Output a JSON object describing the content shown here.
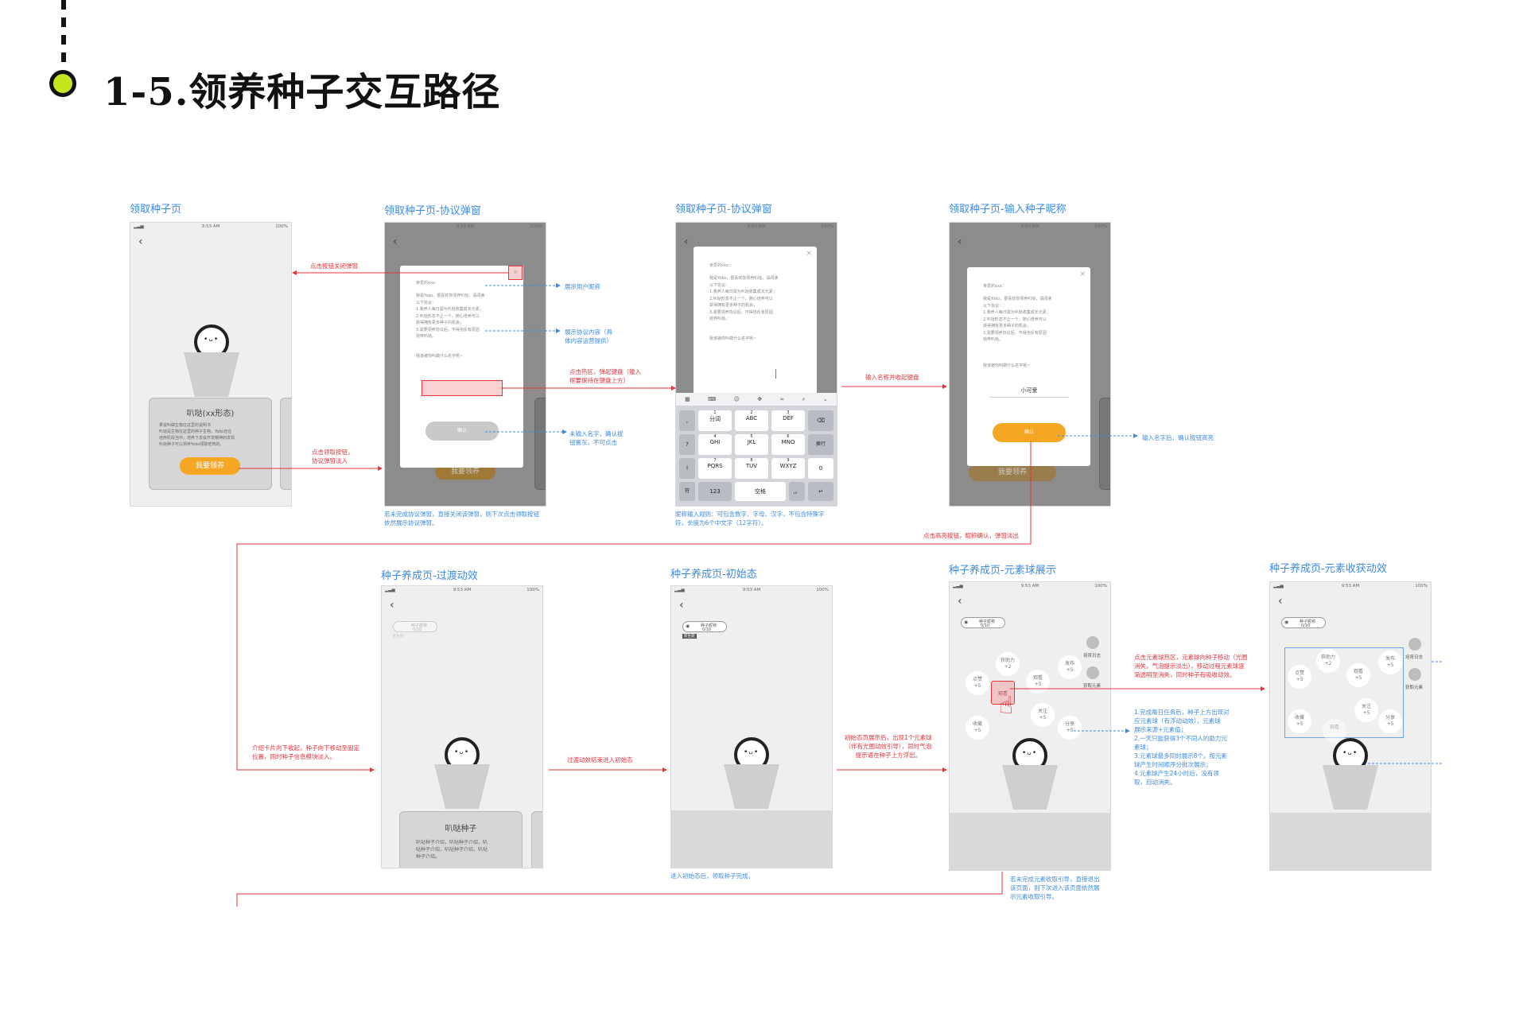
{
  "heading": {
    "title": "1-5.领养种子交互路径"
  },
  "screens": {
    "s1": {
      "title": "领取种子页",
      "card_title": "叭哒(xx形态)",
      "card_desc": "果说叫做生物在这里的说明书\n叭哒是生物在这里的种子生物，Yoko还在\n培养阶段当中，培养下去会开发精神的发现\n叭哒种子可以领养Yoko领取培育的。",
      "button": "我要领养"
    },
    "s2": {
      "title": "领取种子页-协议弹窗",
      "greeting": "亲爱的xxx：",
      "body": "我是Yoko，很喜欢你领养叭哒，请阅读\n以下协议：\n1.我养人每日需为叭哒收集成长元素；\n2.叭哒形态不止一个，随心培养可以\n获得拥有更多种子的机会；\n3.需要领养协议后，不得违反有原因\n抛弃叭哒。",
      "name_prompt": "我该被你叫做什么名字呢~",
      "button": "确认",
      "footer_note": "若未完成协议弹窗，直接关闭该弹窗，则下次点击领取按钮\n依然展示协议弹窗。"
    },
    "s3": {
      "title": "领取种子页-协议弹窗",
      "greeting": "亲爱的xxx：",
      "body": "我是Yoko，很喜欢你领养叭哒，请阅读\n以下协议：\n1.我养人每日需为叭哒收集成长元素；\n2.叭哒形态不止一个，随心培养可以\n获得拥有更多种子的机会；\n3.需要领养协议后，不得违反有原因\n抛弃叭哒。",
      "name_prompt": "我该被你叫做什么名字呢~",
      "keys": [
        [
          "1",
          "分词"
        ],
        [
          "2",
          "ABC"
        ],
        [
          "3",
          "DEF"
        ],
        [
          "4",
          "GHI"
        ],
        [
          "5",
          "JKL"
        ],
        [
          "6",
          "MNO"
        ],
        [
          "7",
          "PQRS"
        ],
        [
          "8",
          "TUV"
        ],
        [
          "9",
          "WXYZ"
        ]
      ],
      "key_space": "空格",
      "key_num": "123",
      "key_lang": "符",
      "key_return": "换行",
      "footer_note": "昵称输入规则：可包含数字、字母、汉字，不包含特殊字\n符，长度为6个中文字（12字符）。"
    },
    "s4": {
      "title": "领取种子页-输入种子昵称",
      "greeting": "亲爱的xxx：",
      "body": "我是Yoko，很喜欢你领养叭哒，请阅读\n以下协议：\n1.我养人每日需为叭哒收集成长元素；\n2.叭哒形态不止一个，随心培养可以\n获得拥有更多种子的机会；\n3.需要领养协议后，不得违反有原因\n抛弃叭哒。",
      "name_prompt": "我该被你叫做什么名字呢~",
      "name_value": "小可爱",
      "button": "确认",
      "bg_button": "我要领养"
    },
    "s5": {
      "title": "种子养成页-过渡动效",
      "card_title": "叭哒种子",
      "card_desc": "叭哒种子介绍，叭哒种子介绍，叭\n哒种子介绍，叭哒种子介绍，叭哒\n种子介绍。"
    },
    "s6": {
      "title": "种子养成页-初始态",
      "footer_note": "进入初始态后，领取种子完成。"
    },
    "s7": {
      "title": "种子养成页-元素球展示",
      "footer_note": "若未完成元素收取引导，直接退出\n该页面，则下次进入该页面依然展\n示元素收取引导。"
    },
    "s8": {
      "title": "种子养成页-元素收获动效"
    }
  },
  "status_bar": {
    "time": "9:53 AM",
    "battery": "100%"
  },
  "badge": {
    "name": "种子昵称",
    "progress": "0/10",
    "level": "新生期"
  },
  "balls": {
    "b1": {
      "name": "获助力",
      "value": "+2"
    },
    "b2": {
      "name": "发布",
      "value": "+5"
    },
    "b3": {
      "name": "点赞",
      "value": "+5"
    },
    "b4": {
      "name": "观看",
      "value": "+5"
    },
    "b5": {
      "name": "关注",
      "value": "+5"
    },
    "b6": {
      "name": "收藏",
      "value": "+5"
    },
    "b7": {
      "name": "分享",
      "value": "+5"
    }
  },
  "side_labels": {
    "diary": "培育日志",
    "elements": "获取元素"
  },
  "annotations": {
    "close_button": "点击按钮关闭弹窗",
    "show_nickname": "展示用户昵称",
    "show_agreement": "展示协议内容（具\n体内容运营提供）",
    "hot_zone": "点击热区，弹起键盘（输入\n框要保持在键盘上方）",
    "disabled": "未输入名字，确认按\n钮置灰，不可点击",
    "click_claim": "点击领取按钮，\n协议弹窗淡入",
    "input_name": "输入名称并收起键盘",
    "after_input": "输入名字后，确认按钮高亮",
    "highlight_confirm": "点击高亮按钮，昵称确认，弹窗淡出",
    "card_down": "介绍卡片向下收起，种子向下移动至固定\n位置，同时种子信息模块淡入。",
    "transition_end": "过渡动效结束进入初始态",
    "initial_show": "初始态页展示后，出现1个元素球\n（伴有光圈动效引导），同时气泡\n提示语在种子上方浮出。",
    "collect_click": "点击元素球热区，元素球向种子移动（光圈\n消失，气泡提示淡出），移动过程元素球逐\n渐透明至消失，同时种子有吸收动效。",
    "rules": "1.完成每日任务后，种子上方出现对\n应元素球（有浮动动效），元素球\n展示来源+元素值；\n2.一天只能获得3个不同人的助力元\n素球；\n3.元素球最多同时展示8个，按元素\n球产生时间顺序分批次展示；\n4.元素球产生24小时后，没有领\n取，自动消失。"
  },
  "colors": {
    "annotation_red": "#e8323c",
    "annotation_blue": "#3d8be6",
    "accent_orange": "#f5a623",
    "heading_dot": "#c7e51f"
  }
}
